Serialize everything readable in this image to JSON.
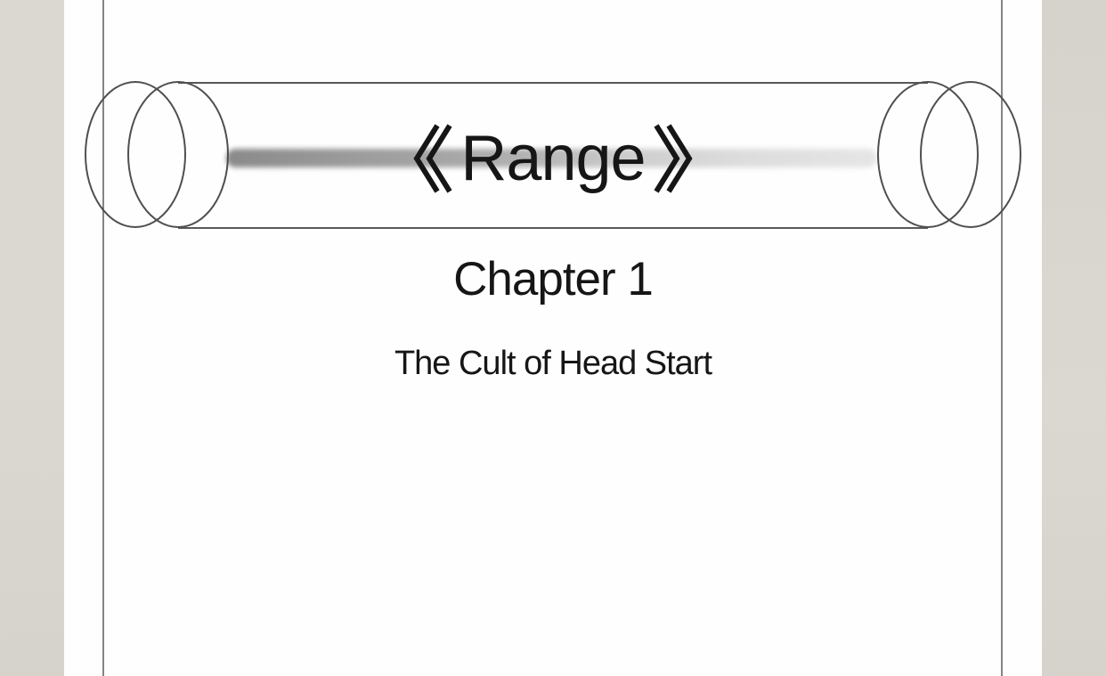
{
  "book_title": {
    "full": "《Range》",
    "left_bracket": "《",
    "text": "Range",
    "right_bracket": "》"
  },
  "chapter": {
    "heading": "Chapter 1",
    "subtitle": "The Cult of Head Start"
  },
  "graphics": {
    "scroll": "open-paper-scroll-illustration"
  },
  "colors": {
    "background_beige": "#dbd7d1",
    "background_beige_dark": "#d6d2cc",
    "page_white": "#fefefe",
    "frame_line": "#6f6f6f",
    "scroll_line": "#4f4f4f",
    "text_color": "#161616",
    "shade_dark": "#8a8a8a",
    "shade_mid": "#b5b5b5",
    "shade_light": "#e6e6e6"
  }
}
